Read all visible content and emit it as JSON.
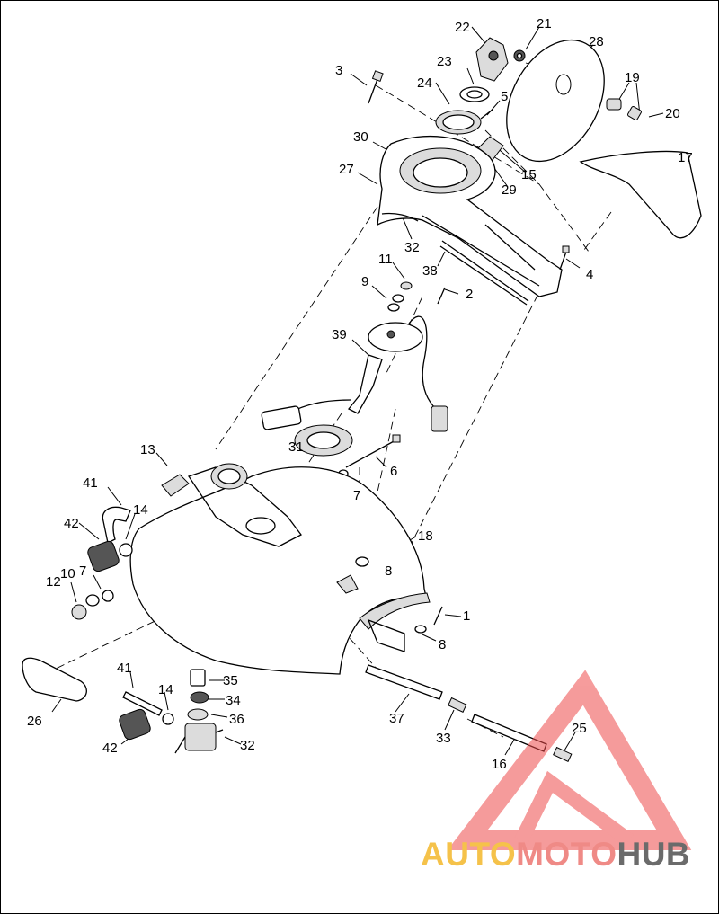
{
  "diagram": {
    "labels": [
      "1",
      "2",
      "3",
      "4",
      "5",
      "6",
      "7",
      "8",
      "8",
      "9",
      "10",
      "7",
      "11",
      "12",
      "13",
      "14",
      "14",
      "15",
      "16",
      "17",
      "18",
      "19",
      "20",
      "21",
      "22",
      "23",
      "24",
      "25",
      "26",
      "27",
      "28",
      "29",
      "30",
      "31",
      "32",
      "32",
      "33",
      "34",
      "35",
      "36",
      "37",
      "38",
      "39",
      "41",
      "41",
      "42",
      "42"
    ]
  },
  "watermark": {
    "part1": "AUTO",
    "part2": "MOTO",
    "part3": "HUB",
    "colors": {
      "auto": "#f5c24a",
      "moto": "#ef8a86",
      "hub": "#6b6b6b",
      "triangle": "#ee4a4a"
    }
  }
}
